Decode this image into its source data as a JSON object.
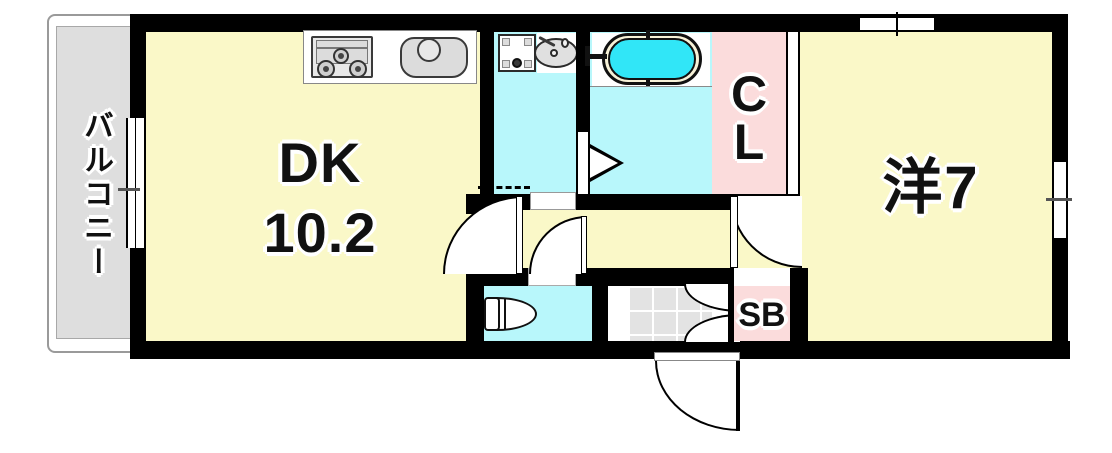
{
  "plan": {
    "type": "floor-plan",
    "unit_layout": "1DK",
    "rooms": [
      {
        "id": "dk",
        "label": "DK",
        "size_label": "10.2",
        "unit": "tatami",
        "fill": "#faf8c8"
      },
      {
        "id": "washitsu",
        "label": "洋7",
        "size_label": "7",
        "unit": "tatami",
        "fill": "#faf8c8"
      },
      {
        "id": "balcony",
        "label": "バルコニー",
        "fill": "#dedede"
      },
      {
        "id": "closet",
        "label_lines": [
          "C",
          "L"
        ],
        "fill": "#fbdcdc"
      },
      {
        "id": "shoebox",
        "label": "SB",
        "fill": "#fbdcdc"
      },
      {
        "id": "washroom",
        "label": "",
        "fill": "#b8f7fb"
      },
      {
        "id": "bathroom",
        "label": "",
        "fill": "#b8f7fb"
      },
      {
        "id": "toilet",
        "label": "",
        "fill": "#b8f7fb"
      },
      {
        "id": "entrance",
        "label": "",
        "fill": "#e3e3e3"
      }
    ],
    "fixtures": [
      {
        "name": "gas-stove",
        "burners": 3
      },
      {
        "name": "kitchen-sink",
        "count": 1
      },
      {
        "name": "washing-machine-space",
        "count": 1
      },
      {
        "name": "vanity-sink",
        "count": 1
      },
      {
        "name": "bathtub",
        "count": 1
      },
      {
        "name": "toilet",
        "count": 1
      }
    ],
    "openings": {
      "balcony_sliding_door": 1,
      "bedroom_top_window": 1,
      "bedroom_right_window": 1,
      "entrance_door": 1,
      "interior_doors": 5
    },
    "colors": {
      "wall": "#000000",
      "room_floor": "#faf8c8",
      "wet_area": "#b8f7fb",
      "storage": "#fbdcdc",
      "balcony": "#dedede",
      "tile": "#e3e3e3",
      "tub_water": "#31e6f7",
      "text": "#111111"
    }
  },
  "labels": {
    "dk_name": "DK",
    "dk_area": "10.2",
    "bedroom": "洋7",
    "balcony": "バルコニー",
    "closet_top": "C",
    "closet_bottom": "L",
    "shoebox": "SB"
  }
}
